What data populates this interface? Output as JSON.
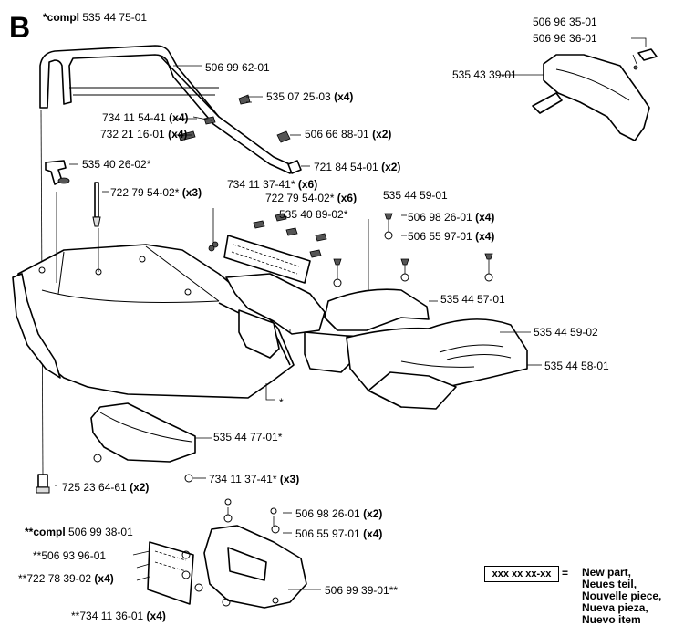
{
  "section_letter": "B",
  "compl_main": {
    "prefix": "*compl",
    "number": "535 44 75-01"
  },
  "compl_sub": {
    "prefix": "**compl",
    "number": "506 99 38-01"
  },
  "labels": [
    {
      "id": "l1",
      "text": "506 96 35-01",
      "qty": ""
    },
    {
      "id": "l2",
      "text": "506 96 36-01",
      "qty": ""
    },
    {
      "id": "l3",
      "text": "535 43 39-01",
      "qty": ""
    },
    {
      "id": "l4",
      "text": "506 99 62-01",
      "qty": ""
    },
    {
      "id": "l5",
      "text": "535 07 25-03",
      "qty": "(x4)"
    },
    {
      "id": "l6",
      "text": "734 11 54-41",
      "qty": "(x4)"
    },
    {
      "id": "l7",
      "text": "732 21 16-01",
      "qty": "(x4)"
    },
    {
      "id": "l8",
      "text": "506 66 88-01",
      "qty": "(x2)"
    },
    {
      "id": "l9",
      "text": "535 40 26-02*",
      "qty": ""
    },
    {
      "id": "l10",
      "text": "721 84 54-01",
      "qty": "(x2)"
    },
    {
      "id": "l11",
      "text": "734 11 37-41*",
      "qty": "(x6)"
    },
    {
      "id": "l12",
      "text": "722 79 54-02*",
      "qty": "(x3)"
    },
    {
      "id": "l13",
      "text": "722 79 54-02*",
      "qty": "(x6)"
    },
    {
      "id": "l14",
      "text": "535 44 59-01",
      "qty": ""
    },
    {
      "id": "l15",
      "text": "535 40 89-02*",
      "qty": ""
    },
    {
      "id": "l16",
      "text": "506 98 26-01",
      "qty": "(x4)"
    },
    {
      "id": "l17",
      "text": "506 55 97-01",
      "qty": "(x4)"
    },
    {
      "id": "l18",
      "text": "535 44 57-01",
      "qty": ""
    },
    {
      "id": "l19",
      "text": "535 44 59-02",
      "qty": ""
    },
    {
      "id": "l20",
      "text": "535 44 58-01",
      "qty": ""
    },
    {
      "id": "l21",
      "text": "*",
      "qty": ""
    },
    {
      "id": "l22",
      "text": "535 44 77-01*",
      "qty": ""
    },
    {
      "id": "l23",
      "text": "725 23 64-61",
      "qty": "(x2)"
    },
    {
      "id": "l24",
      "text": "734 11 37-41*",
      "qty": "(x3)"
    },
    {
      "id": "l25",
      "text": "506 98 26-01",
      "qty": "(x2)"
    },
    {
      "id": "l26",
      "text": "506 55 97-01",
      "qty": "(x4)"
    },
    {
      "id": "l27",
      "text": "**506 93 96-01",
      "qty": ""
    },
    {
      "id": "l28",
      "text": "**722 78 39-02",
      "qty": "(x4)"
    },
    {
      "id": "l29",
      "text": "506 99 39-01**",
      "qty": ""
    },
    {
      "id": "l30",
      "text": "**734 11 36-01",
      "qty": "(x4)"
    }
  ],
  "legend": {
    "code": "xxx xx xx-xx",
    "equals": "=",
    "lines": [
      "New part,",
      "Neues teil,",
      "Nouvelle piece,",
      "Nueva pieza,",
      "Nuevo item"
    ]
  }
}
